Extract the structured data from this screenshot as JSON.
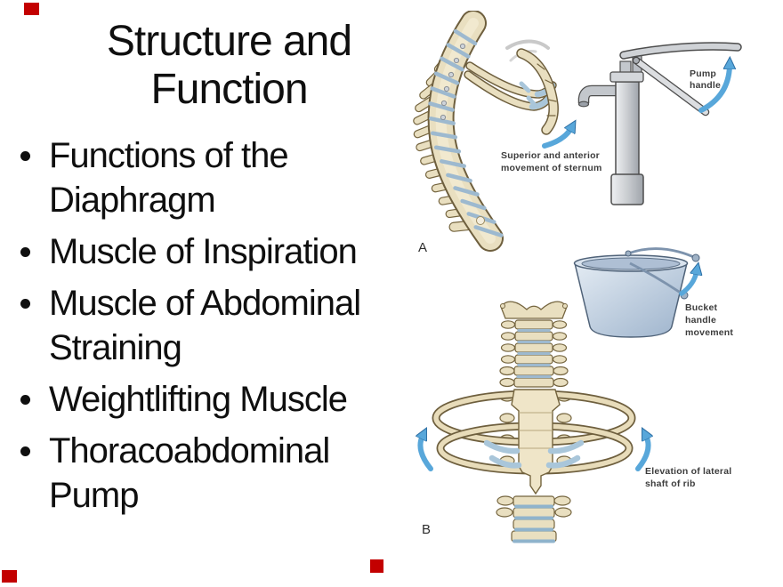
{
  "slide": {
    "title_lines": [
      "Structure and",
      "Function"
    ],
    "bullets": [
      "Functions of the Diaphragm",
      "Muscle of Inspiration",
      "Muscle of Abdominal Straining",
      "Weightlifting Muscle",
      "Thoracoabdominal Pump"
    ]
  },
  "figure": {
    "panel_a": {
      "letter": "A",
      "sternum_label": [
        "Superior and anterior",
        "movement of sternum"
      ],
      "pump_label": [
        "Pump",
        "handle"
      ]
    },
    "panel_b": {
      "letter": "B",
      "bucket_label": [
        "Bucket",
        "handle",
        "movement"
      ],
      "rib_label": [
        "Elevation of lateral",
        "shaft of rib"
      ]
    }
  },
  "colors": {
    "text": "#111111",
    "label_text": "#3d3d3d",
    "bone": "#e9dfc0",
    "bone_outline": "#75653f",
    "cartilage_blue": "#a9c6da",
    "arrow_blue": "#58a7da",
    "metal_gray": "#c6c9cd",
    "bucket_blue": "#bfd0e2",
    "marker_red": "#c30000"
  }
}
